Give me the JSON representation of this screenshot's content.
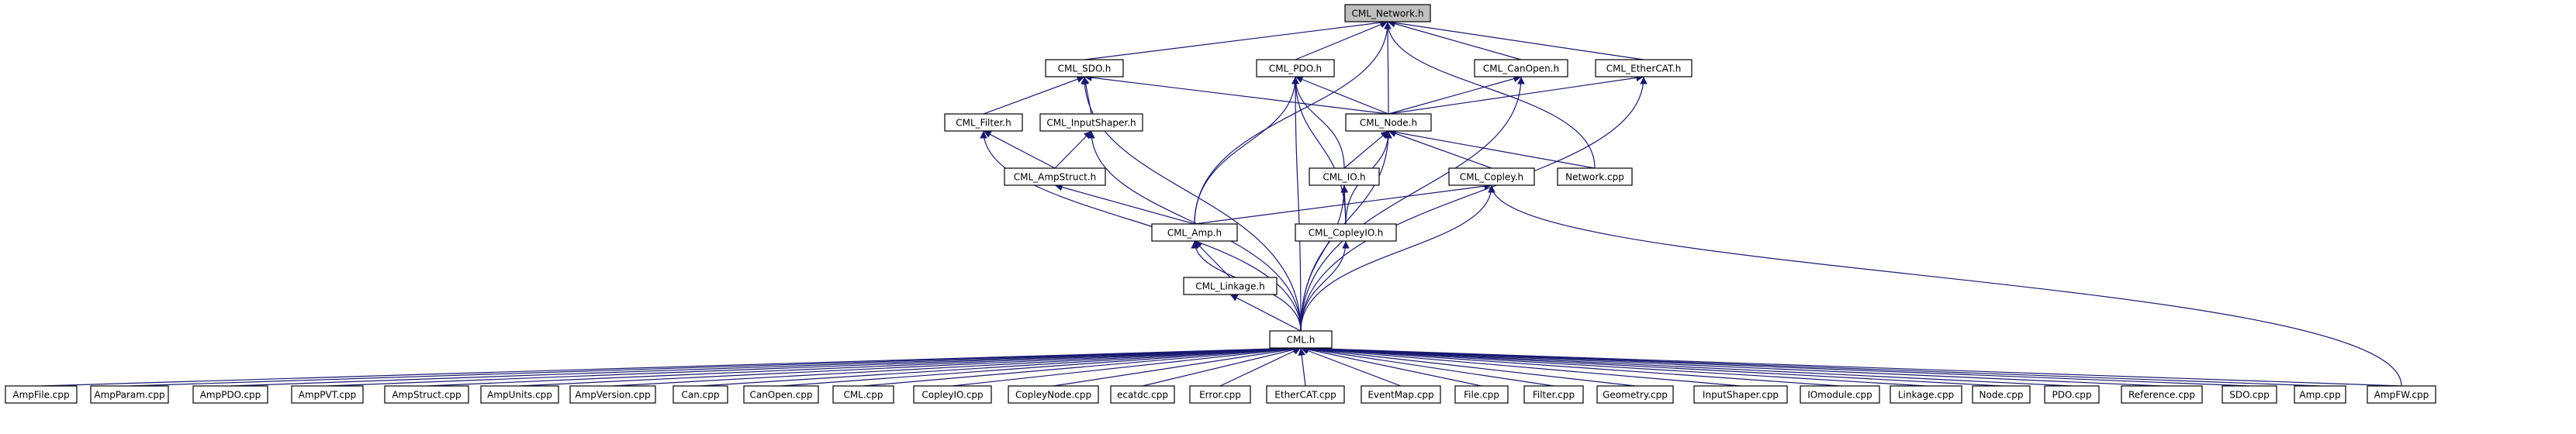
{
  "nodes": {
    "network_h": "CML_Network.h",
    "sdo_h": "CML_SDO.h",
    "pdo_h": "CML_PDO.h",
    "canopen_h": "CML_CanOpen.h",
    "ethercat_h": "CML_EtherCAT.h",
    "filter_h": "CML_Filter.h",
    "inputshaper_h": "CML_InputShaper.h",
    "node_h": "CML_Node.h",
    "ampstruct_h": "CML_AmpStruct.h",
    "io_h": "CML_IO.h",
    "copley_h": "CML_Copley.h",
    "network_cpp": "Network.cpp",
    "amp_h": "CML_Amp.h",
    "copleyio_h": "CML_CopleyIO.h",
    "linkage_h": "CML_Linkage.h",
    "cml_h": "CML.h",
    "ampfile_cpp": "AmpFile.cpp",
    "ampparam_cpp": "AmpParam.cpp",
    "amppdo_cpp": "AmpPDO.cpp",
    "amppvt_cpp": "AmpPVT.cpp",
    "ampstruct_cpp": "AmpStruct.cpp",
    "ampunits_cpp": "AmpUnits.cpp",
    "ampversion_cpp": "AmpVersion.cpp",
    "can_cpp": "Can.cpp",
    "canopen_cpp": "CanOpen.cpp",
    "cml_cpp": "CML.cpp",
    "copleyio_cpp": "CopleyIO.cpp",
    "copleynode_cpp": "CopleyNode.cpp",
    "ecatdc_cpp": "ecatdc.cpp",
    "error_cpp": "Error.cpp",
    "ethercat_cpp": "EtherCAT.cpp",
    "eventmap_cpp": "EventMap.cpp",
    "file_cpp": "File.cpp",
    "filter_cpp": "Filter.cpp",
    "geometry_cpp": "Geometry.cpp",
    "inputshaper_cpp": "InputShaper.cpp",
    "iomodule_cpp": "IOmodule.cpp",
    "linkage_cpp": "Linkage.cpp",
    "node_cpp": "Node.cpp",
    "pdo_cpp": "PDO.cpp",
    "reference_cpp": "Reference.cpp",
    "sdo_cpp": "SDO.cpp",
    "amp_cpp": "Amp.cpp",
    "ampfw_cpp": "AmpFW.cpp"
  },
  "root": "network_h",
  "edges": [
    [
      "sdo_h",
      "network_h"
    ],
    [
      "pdo_h",
      "network_h"
    ],
    [
      "canopen_h",
      "network_h"
    ],
    [
      "ethercat_h",
      "network_h"
    ],
    [
      "node_h",
      "network_h"
    ],
    [
      "network_cpp",
      "network_h"
    ],
    [
      "amp_h",
      "network_h"
    ],
    [
      "filter_h",
      "sdo_h"
    ],
    [
      "inputshaper_h",
      "sdo_h"
    ],
    [
      "node_h",
      "sdo_h"
    ],
    [
      "cml_h",
      "sdo_h"
    ],
    [
      "node_h",
      "pdo_h"
    ],
    [
      "io_h",
      "pdo_h"
    ],
    [
      "amp_h",
      "pdo_h"
    ],
    [
      "copleyio_h",
      "pdo_h"
    ],
    [
      "cml_h",
      "pdo_h"
    ],
    [
      "node_h",
      "canopen_h"
    ],
    [
      "cml_h",
      "canopen_h"
    ],
    [
      "node_h",
      "ethercat_h"
    ],
    [
      "cml_h",
      "ethercat_h"
    ],
    [
      "ampstruct_h",
      "filter_h"
    ],
    [
      "cml_h",
      "filter_h"
    ],
    [
      "ampstruct_h",
      "inputshaper_h"
    ],
    [
      "cml_h",
      "inputshaper_h"
    ],
    [
      "io_h",
      "node_h"
    ],
    [
      "copley_h",
      "node_h"
    ],
    [
      "network_cpp",
      "node_h"
    ],
    [
      "copleyio_h",
      "node_h"
    ],
    [
      "cml_h",
      "node_h"
    ],
    [
      "amp_h",
      "ampstruct_h"
    ],
    [
      "copleyio_h",
      "io_h"
    ],
    [
      "cml_h",
      "io_h"
    ],
    [
      "amp_h",
      "copley_h"
    ],
    [
      "cml_h",
      "copley_h"
    ],
    [
      "ampfw_cpp",
      "copley_h"
    ],
    [
      "linkage_h",
      "amp_h"
    ],
    [
      "cml_h",
      "amp_h"
    ],
    [
      "cml_h",
      "copleyio_h"
    ],
    [
      "cml_h",
      "linkage_h"
    ],
    [
      "ampfile_cpp",
      "cml_h"
    ],
    [
      "ampparam_cpp",
      "cml_h"
    ],
    [
      "amppdo_cpp",
      "cml_h"
    ],
    [
      "amppvt_cpp",
      "cml_h"
    ],
    [
      "ampstruct_cpp",
      "cml_h"
    ],
    [
      "ampunits_cpp",
      "cml_h"
    ],
    [
      "ampversion_cpp",
      "cml_h"
    ],
    [
      "can_cpp",
      "cml_h"
    ],
    [
      "canopen_cpp",
      "cml_h"
    ],
    [
      "cml_cpp",
      "cml_h"
    ],
    [
      "copleyio_cpp",
      "cml_h"
    ],
    [
      "copleynode_cpp",
      "cml_h"
    ],
    [
      "ecatdc_cpp",
      "cml_h"
    ],
    [
      "error_cpp",
      "cml_h"
    ],
    [
      "ethercat_cpp",
      "cml_h"
    ],
    [
      "eventmap_cpp",
      "cml_h"
    ],
    [
      "file_cpp",
      "cml_h"
    ],
    [
      "filter_cpp",
      "cml_h"
    ],
    [
      "geometry_cpp",
      "cml_h"
    ],
    [
      "inputshaper_cpp",
      "cml_h"
    ],
    [
      "iomodule_cpp",
      "cml_h"
    ],
    [
      "linkage_cpp",
      "cml_h"
    ],
    [
      "node_cpp",
      "cml_h"
    ],
    [
      "pdo_cpp",
      "cml_h"
    ],
    [
      "reference_cpp",
      "cml_h"
    ],
    [
      "sdo_cpp",
      "cml_h"
    ],
    [
      "amp_cpp",
      "cml_h"
    ],
    [
      "ampfw_cpp",
      "cml_h"
    ]
  ],
  "colors": {
    "edge": "#191970",
    "root_fill": "#bfbfbf",
    "node_fill": "#ffffff",
    "node_stroke": "#000000"
  }
}
